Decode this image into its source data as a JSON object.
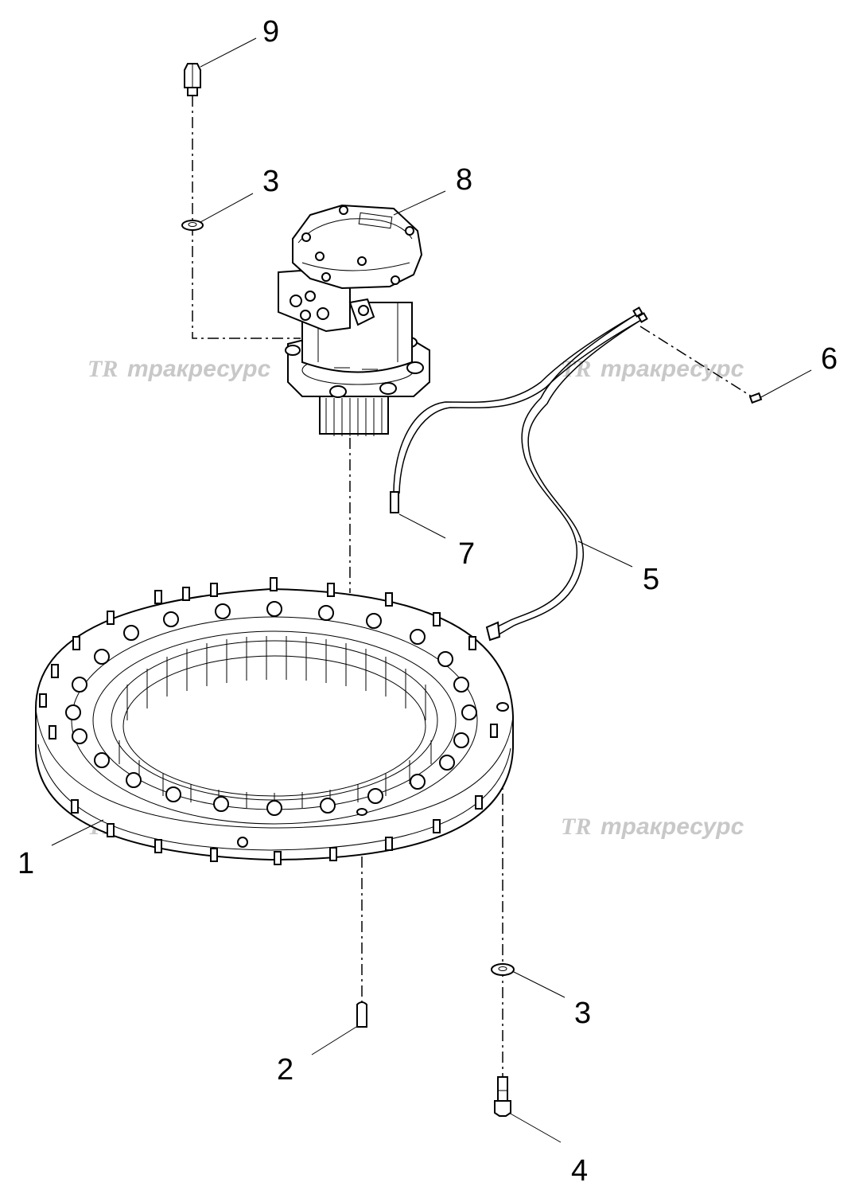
{
  "callouts": {
    "c1": "1",
    "c2": "2",
    "c3_top": "3",
    "c3_bottom": "3",
    "c4": "4",
    "c5": "5",
    "c6": "6",
    "c7": "7",
    "c8": "8",
    "c9": "9"
  },
  "watermark": {
    "logo": "TR",
    "text": "тракресурс"
  }
}
